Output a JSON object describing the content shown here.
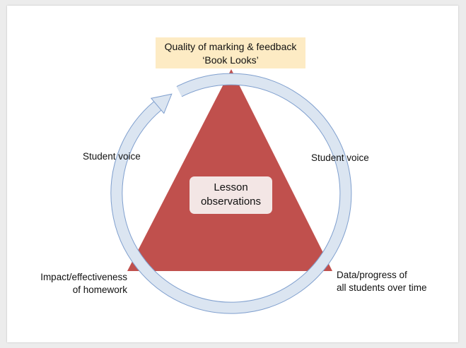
{
  "top_label": {
    "line1": "Quality of marking & feedback",
    "line2": "‘Book Looks’"
  },
  "center_label": {
    "line1": "Lesson",
    "line2": "observations"
  },
  "left_voice": "Student voice",
  "right_voice": "Student voice",
  "bottom_left": {
    "line1": "Impact/effectiveness",
    "line2": "of homework"
  },
  "bottom_right": {
    "line1": "Data/progress of",
    "line2": "all students over time"
  },
  "colors": {
    "triangle": "#c0504d",
    "ring_fill": "#dbe5f1",
    "ring_stroke": "#7f9fce",
    "top_box": "#fdebc4"
  }
}
